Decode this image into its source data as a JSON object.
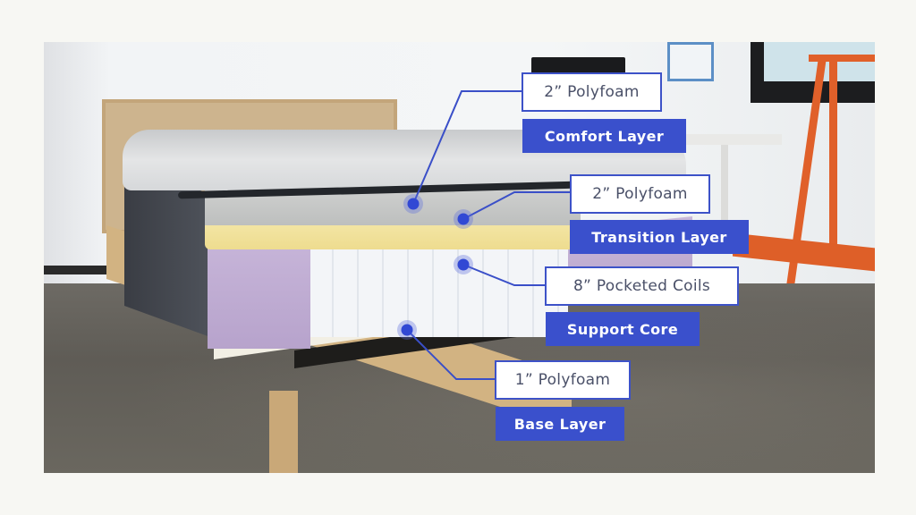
{
  "diagram": {
    "subject": "Mattress cross-section with labeled layers",
    "accent_color": "#3a50cc",
    "label_border_color": "#3d52c8",
    "layers": [
      {
        "spec": "2” Polyfoam",
        "name": "Comfort Layer"
      },
      {
        "spec": "2” Polyfoam",
        "name": "Transition Layer"
      },
      {
        "spec": "8” Pocketed Coils",
        "name": "Support Core"
      },
      {
        "spec": "1” Polyfoam",
        "name": "Base Layer"
      }
    ]
  }
}
